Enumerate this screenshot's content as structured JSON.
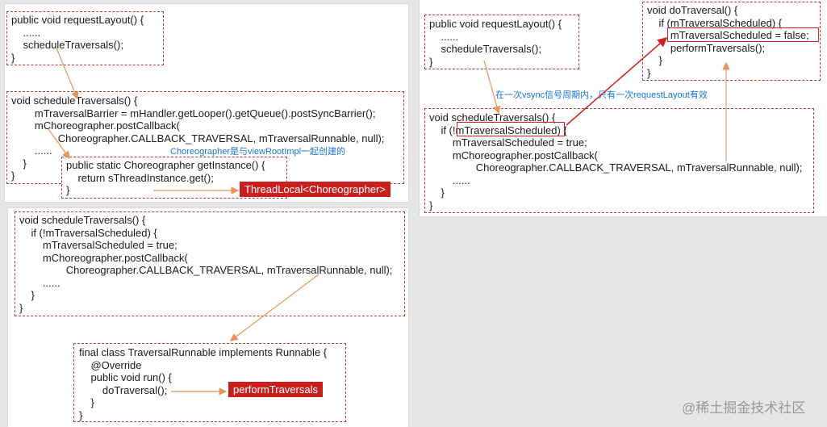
{
  "panel_a": {
    "box1": [
      "public void requestLayout() {",
      "    ......",
      "    scheduleTraversals();",
      "}"
    ],
    "box2": [
      "void scheduleTraversals() {",
      "        mTraversalBarrier = mHandler.getLooper().getQueue().postSyncBarrier();",
      "        mChoreographer.postCallback(",
      "                Choreographer.CALLBACK_TRAVERSAL, mTraversalRunnable, null);",
      "        ......",
      "    }",
      "}"
    ],
    "note": "Choreographer是与viewRootImpl一起创建的",
    "box3": [
      "public static Choreographer getInstance() {",
      "    return sThreadInstance.get();",
      "}"
    ],
    "tag": "ThreadLocal<Choreographer>"
  },
  "panel_b": {
    "box1": [
      "public void requestLayout() {",
      "    ......",
      "    scheduleTraversals();",
      "}"
    ],
    "box2": [
      "void scheduleTraversals() {",
      "    if (!mTraversalScheduled) {",
      "        mTraversalScheduled = true;",
      "        mChoreographer.postCallback(",
      "                Choreographer.CALLBACK_TRAVERSAL, mTraversalRunnable, null);",
      "        ......",
      "    }",
      "}"
    ],
    "box3": [
      "void doTraversal() {",
      "    if (mTraversalScheduled) {",
      "        mTraversalScheduled = false;",
      "        performTraversals();",
      "    }",
      "}"
    ],
    "note": "在一次vsync信号周期内，只有一次requestLayout有效"
  },
  "panel_c": {
    "box1": [
      "void scheduleTraversals() {",
      "    if (!mTraversalScheduled) {",
      "        mTraversalScheduled = true;",
      "        mChoreographer.postCallback(",
      "                Choreographer.CALLBACK_TRAVERSAL, mTraversalRunnable, null);",
      "        ......",
      "    }",
      "}"
    ],
    "box2": [
      "final class TraversalRunnable implements Runnable {",
      "    @Override",
      "    public void run() {",
      "        doTraversal();",
      "    }",
      "}"
    ],
    "tag": "performTraversals"
  },
  "watermark": "@稀土掘金技术社区",
  "colors": {
    "dash": "#b23a3a",
    "tag": "#c8201e",
    "note": "#1976d2",
    "arrow_orange": "#e8955a",
    "arrow_red": "#d42020"
  }
}
